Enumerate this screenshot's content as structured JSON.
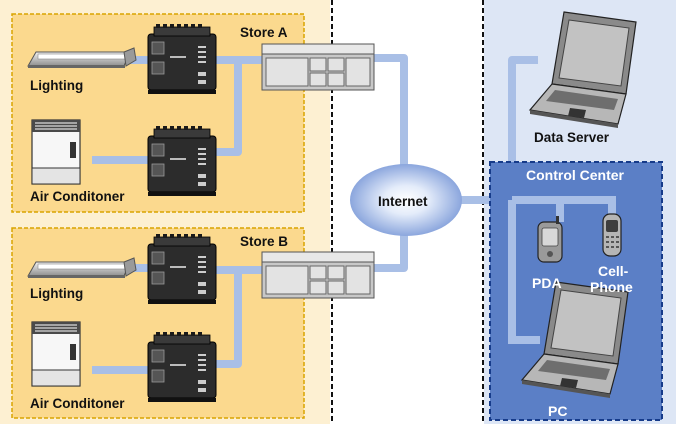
{
  "stores": [
    {
      "title": "Store A",
      "lighting_label": "Lighting",
      "ac_label": "Air Conditoner"
    },
    {
      "title": "Store B",
      "lighting_label": "Lighting",
      "ac_label": "Air Conditoner"
    }
  ],
  "internet_label": "Internet",
  "data_server_label": "Data Server",
  "control_center": {
    "title": "Control Center",
    "pda_label": "PDA",
    "cellphone_label_line1": "Cell-",
    "cellphone_label_line2": "Phone",
    "pc_label": "PC"
  },
  "colors": {
    "store_background": "#fdf0d2",
    "store_box": "#fbd98e",
    "store_box_border": "#d9a400",
    "network_line": "#a9bfe6",
    "right_panel": "#dde6f5",
    "control_center_fill": "#5b7fc6",
    "control_center_border": "#163b8a",
    "internet_cloud": "#8ba6dd"
  }
}
